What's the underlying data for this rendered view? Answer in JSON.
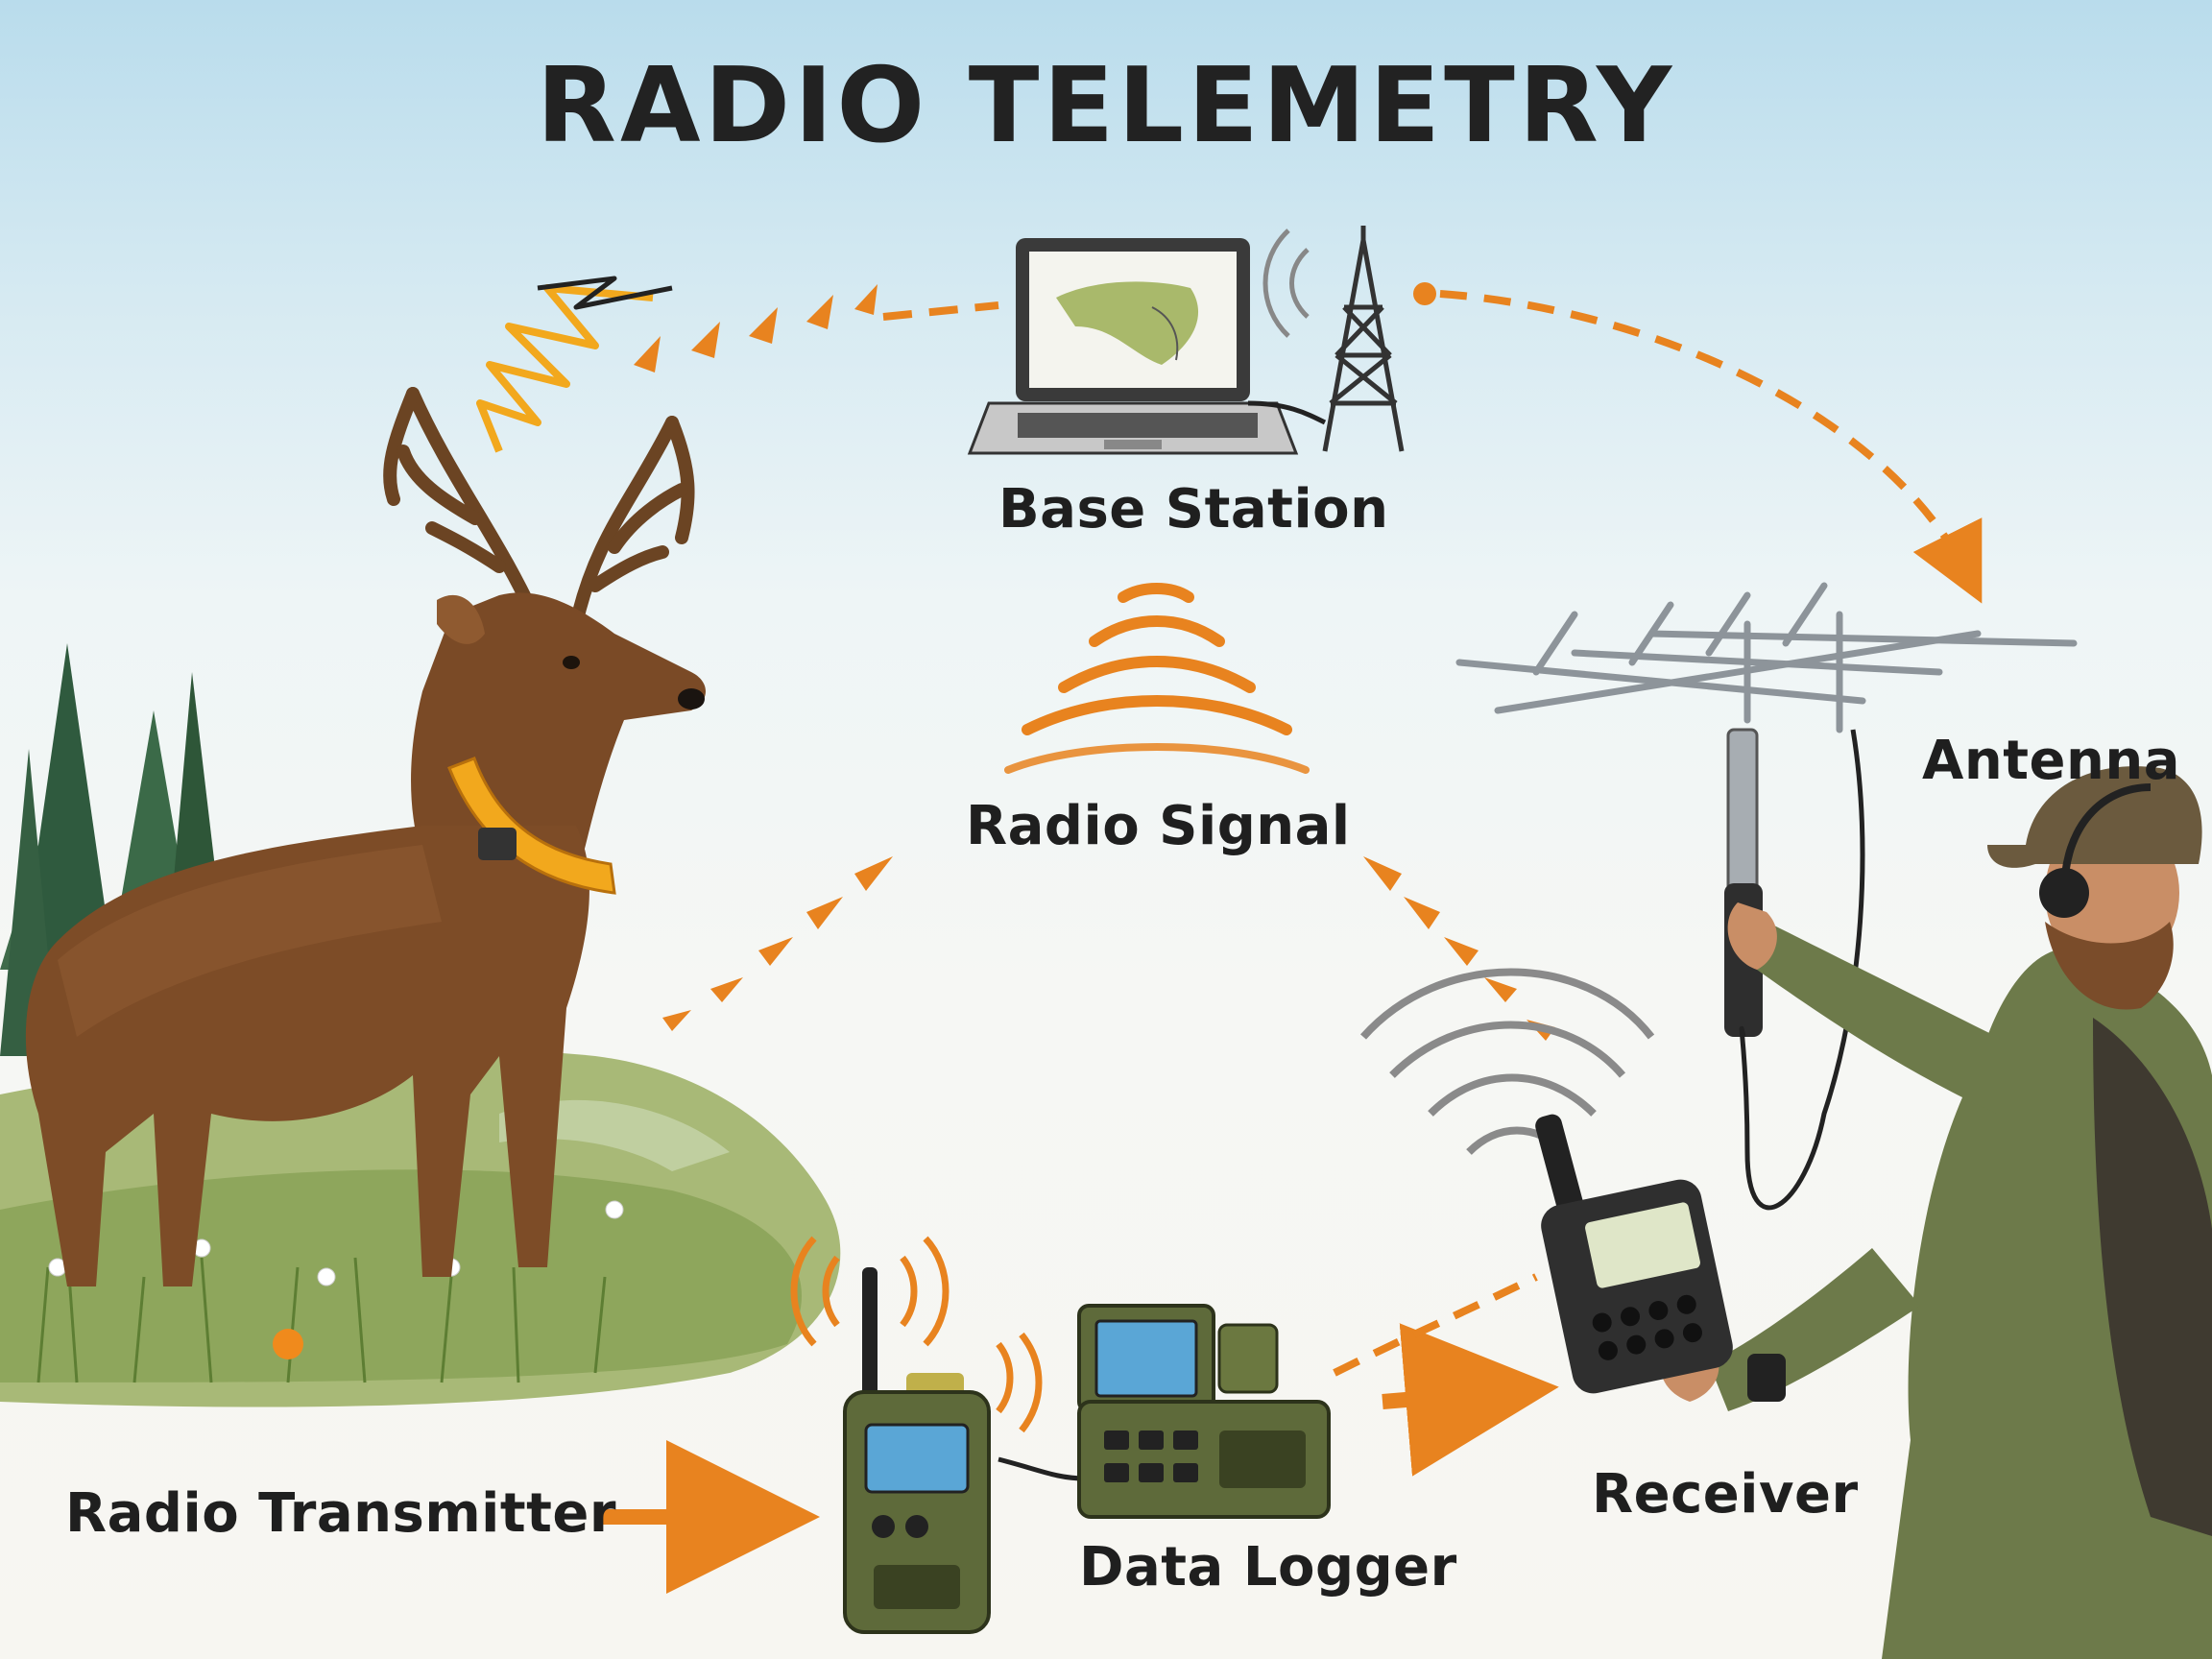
{
  "title": "RADIO TELEMETRY",
  "labels": {
    "base_station": "Base Station",
    "radio_signal": "Radio Signal",
    "antenna": "Antenna",
    "radio_transmitter": "Radio Transmitter",
    "data_logger": "Data Logger",
    "receiver": "Receiver"
  },
  "icons": [
    "deer-icon",
    "collar-icon",
    "laptop-icon",
    "radio-tower-icon",
    "yagi-antenna-icon",
    "handheld-receiver-icon",
    "walkie-talkie-icon",
    "data-logger-icon",
    "researcher-icon",
    "signal-waves-icon",
    "arrow-icon"
  ],
  "colors": {
    "accent": "#e8831f",
    "collar": "#f2a81d",
    "deer": "#7a4a26",
    "olive": "#6d7a4a",
    "screen": "#5aa6d6"
  }
}
